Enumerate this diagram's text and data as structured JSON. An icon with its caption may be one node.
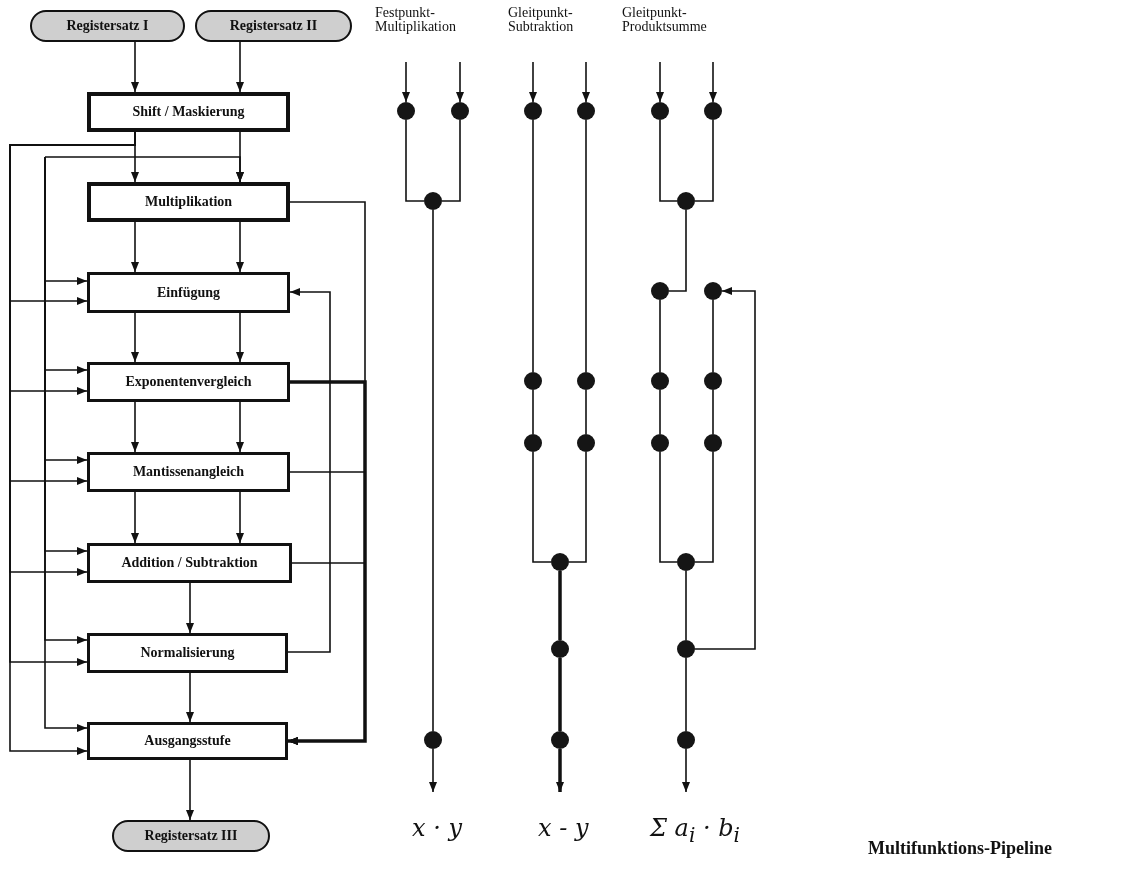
{
  "diagram": {
    "caption": "Multifunktions-Pipeline",
    "nodes": [
      {
        "text": [
          "Registersatz I"
        ]
      },
      {
        "text": [
          "Registersatz II"
        ]
      },
      {
        "text": [
          "Shift / Maskierung"
        ]
      },
      {
        "text": [
          "Multiplikation"
        ]
      },
      {
        "text": [
          "Einfügung"
        ]
      },
      {
        "text": [
          "Exponentenvergleich"
        ]
      },
      {
        "text": [
          "Mantissenangleich"
        ]
      },
      {
        "text": [
          "Addition / Subtraktion"
        ]
      },
      {
        "text": [
          "Normalisierung"
        ]
      },
      {
        "text": [
          "Ausgangsstufe"
        ]
      },
      {
        "text": [
          "Registersatz III"
        ]
      },
      {
        "text": [],
        "shape": "circle"
      },
      {
        "text": [],
        "shape": "circle"
      },
      {
        "text": [],
        "shape": "circle"
      },
      {
        "text": [],
        "shape": "circle"
      },
      {
        "text": [],
        "shape": "circle"
      },
      {
        "text": [],
        "shape": "circle"
      },
      {
        "text": [],
        "shape": "circle"
      },
      {
        "text": [],
        "shape": "circle"
      },
      {
        "text": [],
        "shape": "circle"
      },
      {
        "text": [],
        "shape": "circle"
      },
      {
        "text": [],
        "shape": "circle"
      },
      {
        "text": [],
        "shape": "circle"
      },
      {
        "text": [],
        "shape": "circle"
      },
      {
        "text": [],
        "shape": "circle"
      },
      {
        "text": [],
        "shape": "circle"
      },
      {
        "text": [],
        "shape": "circle"
      },
      {
        "text": [],
        "shape": "circle"
      },
      {
        "text": [],
        "shape": "circle"
      },
      {
        "text": [],
        "shape": "circle"
      },
      {
        "text": [],
        "shape": "circle"
      },
      {
        "text": [],
        "shape": "circle"
      },
      {
        "text": [],
        "shape": "circle"
      },
      {
        "text": [],
        "shape": "circle"
      },
      {
        "text": [],
        "shape": "circle"
      },
      {
        "text": [],
        "shape": "circle"
      }
    ],
    "edges": [
      {
        "from": 0,
        "to": 2,
        "arrow": "to"
      },
      {
        "from": 1,
        "to": 2,
        "arrow": "to"
      },
      {
        "from": 2,
        "to": 3,
        "arrow": "to"
      },
      {
        "from": 2,
        "to": 3,
        "arrow": "to"
      },
      {
        "from": 3,
        "to": 4,
        "arrow": "to"
      },
      {
        "from": 3,
        "to": 4,
        "arrow": "to"
      },
      {
        "from": 4,
        "to": 5,
        "arrow": "to"
      },
      {
        "from": 4,
        "to": 5,
        "arrow": "to"
      },
      {
        "from": 5,
        "to": 6,
        "arrow": "to"
      },
      {
        "from": 5,
        "to": 6,
        "arrow": "to"
      },
      {
        "from": 6,
        "to": 7,
        "arrow": "to"
      },
      {
        "from": 6,
        "to": 7,
        "arrow": "to"
      },
      {
        "from": 7,
        "to": 8,
        "arrow": "to"
      },
      {
        "from": 8,
        "to": 9,
        "arrow": "to"
      },
      {
        "from": 9,
        "to": 10,
        "arrow": "to"
      },
      {
        "from": 2,
        "to": 4,
        "arrow": "to"
      },
      {
        "from": 2,
        "to": 5,
        "arrow": "to"
      },
      {
        "from": 2,
        "to": 6,
        "arrow": "to"
      },
      {
        "from": 2,
        "to": 7,
        "arrow": "to"
      },
      {
        "from": 2,
        "to": 8,
        "arrow": "to"
      },
      {
        "from": 2,
        "to": 9,
        "arrow": "to"
      },
      {
        "from": null,
        "to": 3,
        "arrow": "to"
      },
      {
        "from": null,
        "to": 4,
        "arrow": "to"
      },
      {
        "from": null,
        "to": 5,
        "arrow": "to"
      },
      {
        "from": null,
        "to": 6,
        "arrow": "to"
      },
      {
        "from": null,
        "to": 7,
        "arrow": "to"
      },
      {
        "from": null,
        "to": 8,
        "arrow": "to"
      },
      {
        "from": null,
        "to": 9,
        "arrow": "to"
      },
      {
        "from": 3,
        "to": 9,
        "arrow": "to"
      },
      {
        "from": 5,
        "to": 9,
        "arrow": "to",
        "style": "thick"
      },
      {
        "from": 6,
        "to": 9,
        "arrow": "to"
      },
      {
        "from": 7,
        "to": 9,
        "arrow": "to"
      },
      {
        "from": 8,
        "to": 4,
        "arrow": "to"
      },
      {
        "from": null,
        "to": 11,
        "arrow": "to"
      },
      {
        "from": null,
        "to": 12,
        "arrow": "to"
      },
      {
        "from": 11,
        "to": 13,
        "arrow": "none"
      },
      {
        "from": 12,
        "to": 13,
        "arrow": "none"
      },
      {
        "from": 13,
        "to": 14,
        "arrow": "none"
      },
      {
        "from": 14,
        "to": null,
        "arrow": "to"
      },
      {
        "from": null,
        "to": 15,
        "arrow": "to"
      },
      {
        "from": null,
        "to": 16,
        "arrow": "to"
      },
      {
        "from": 15,
        "to": 17,
        "arrow": "none"
      },
      {
        "from": 16,
        "to": 18,
        "arrow": "none"
      },
      {
        "from": 17,
        "to": 19,
        "arrow": "none"
      },
      {
        "from": 18,
        "to": 20,
        "arrow": "none"
      },
      {
        "from": 19,
        "to": 21,
        "arrow": "none"
      },
      {
        "from": 20,
        "to": 21,
        "arrow": "none"
      },
      {
        "from": 21,
        "to": 22,
        "arrow": "none",
        "style": "thick"
      },
      {
        "from": 22,
        "to": 23,
        "arrow": "none",
        "style": "thick"
      },
      {
        "from": 23,
        "to": null,
        "arrow": "to",
        "style": "thick"
      },
      {
        "from": null,
        "to": 24,
        "arrow": "to"
      },
      {
        "from": null,
        "to": 25,
        "arrow": "to"
      },
      {
        "from": 24,
        "to": 26,
        "arrow": "none"
      },
      {
        "from": 25,
        "to": 26,
        "arrow": "none"
      },
      {
        "from": 26,
        "to": 27,
        "arrow": "none"
      },
      {
        "from": 27,
        "to": 29,
        "arrow": "none"
      },
      {
        "from": 28,
        "to": 30,
        "arrow": "none"
      },
      {
        "from": 29,
        "to": 31,
        "arrow": "none"
      },
      {
        "from": 30,
        "to": 32,
        "arrow": "none"
      },
      {
        "from": 31,
        "to": 33,
        "arrow": "none"
      },
      {
        "from": 32,
        "to": 33,
        "arrow": "none"
      },
      {
        "from": 33,
        "to": 34,
        "arrow": "none"
      },
      {
        "from": 34,
        "to": 35,
        "arrow": "none"
      },
      {
        "from": 35,
        "to": null,
        "arrow": "to"
      },
      {
        "from": 34,
        "to": 28,
        "arrow": "to"
      }
    ],
    "labels": [
      "Festpunkt- Multiplikation",
      "Gleitpunkt- Subtraktion",
      "Gleitpunkt- Produktsumme",
      "x · y",
      "x - y",
      "Σ a$_{i}$ · b$_{i}$"
    ]
  }
}
